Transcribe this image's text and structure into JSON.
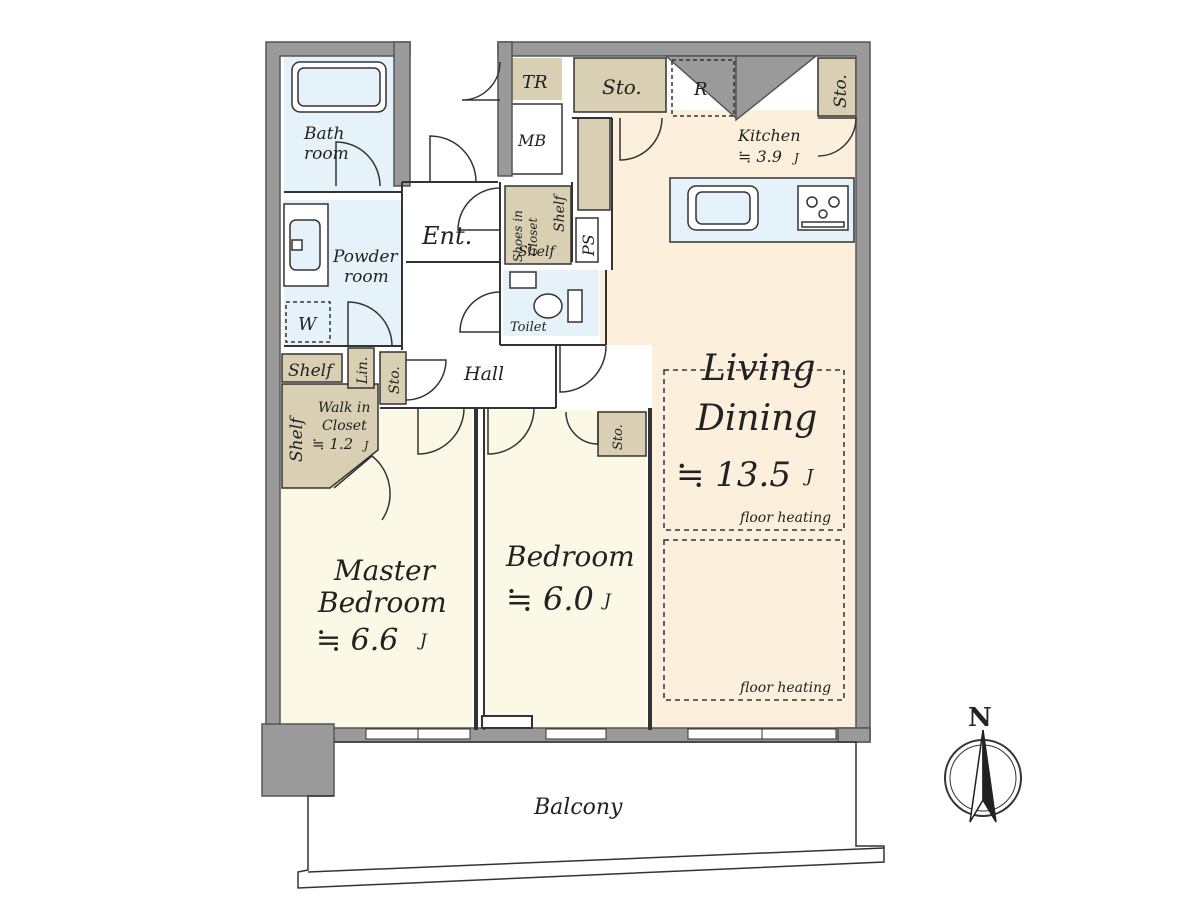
{
  "rooms": {
    "bathroom": {
      "line1": "Bath",
      "line2": "room"
    },
    "powder": {
      "line1": "Powder",
      "line2": "room"
    },
    "washer": "W",
    "tr": "TR",
    "mb": "MB",
    "entrance": "Ent.",
    "shoes_closet": {
      "line1": "Shoes in",
      "line2": "Closet"
    },
    "shelf_small": "Shelf",
    "shelf_bottom": "Shelf",
    "ps": "PS",
    "toilet": "Toilet",
    "sto_kitchen": "Sto.",
    "refrigerator": "R",
    "sto_corner": "Sto.",
    "kitchen": {
      "name": "Kitchen",
      "size": "≒ 3.9",
      "unit": "J"
    },
    "hall": "Hall",
    "linen": "Lin.",
    "sto_hall": "Sto.",
    "shelf_wic_top": "Shelf",
    "shelf_wic_side": "Shelf",
    "walk_in_closet": {
      "line1": "Walk in",
      "line2": "Closet",
      "size": "≒ 1.2",
      "unit": "J"
    },
    "sto_bedroom": "Sto.",
    "living_dining": {
      "line1": "Living",
      "line2": "Dining",
      "size": "≒ 13.5",
      "unit": "J"
    },
    "floor_heating_1": "floor heating",
    "floor_heating_2": "floor heating",
    "master_bedroom": {
      "line1": "Master",
      "line2": "Bedroom",
      "size": "≒ 6.6",
      "unit": "J"
    },
    "bedroom": {
      "line1": "Bedroom",
      "size": "≒ 6.0",
      "unit": "J"
    },
    "balcony": "Balcony"
  },
  "compass": {
    "label": "N"
  },
  "colors": {
    "wall": "#9a9a9a",
    "wall_edge": "#555555",
    "bath_blue": "#e6f2fa",
    "storage_tan": "#d9cfb3",
    "living_peach": "#fcf0dd",
    "bedroom_cream": "#fbf9e6",
    "hall_white": "#ffffff",
    "line": "#333333"
  }
}
